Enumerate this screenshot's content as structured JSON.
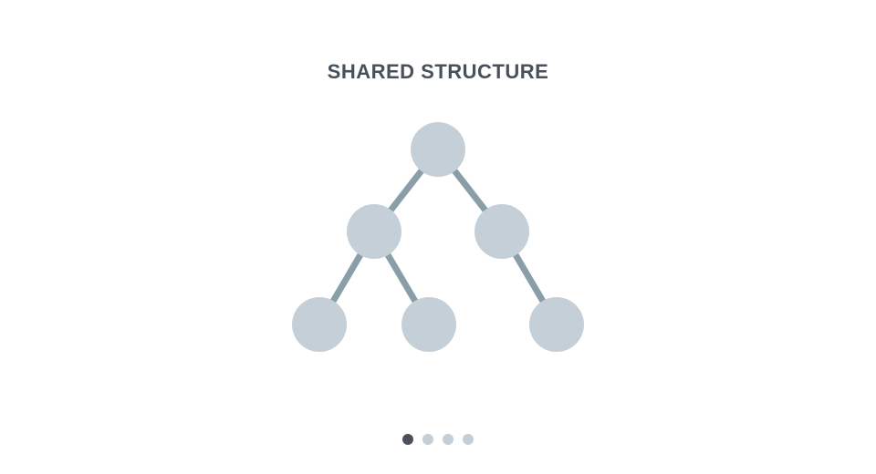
{
  "slide": {
    "title": "SHARED STRUCTURE"
  },
  "diagram": {
    "type": "tree",
    "node_color": "#c4cfd8",
    "edge_color": "#8a9ea7",
    "nodes": [
      {
        "id": "root"
      },
      {
        "id": "left"
      },
      {
        "id": "right"
      },
      {
        "id": "left-left"
      },
      {
        "id": "left-right"
      },
      {
        "id": "right-right"
      }
    ],
    "edges": [
      {
        "from": "root",
        "to": "left"
      },
      {
        "from": "root",
        "to": "right"
      },
      {
        "from": "left",
        "to": "left-left"
      },
      {
        "from": "left",
        "to": "left-right"
      },
      {
        "from": "right",
        "to": "right-right"
      }
    ]
  },
  "pagination": {
    "total": 4,
    "active_index": 0,
    "active_color": "#4a5058",
    "inactive_color": "#c3ced7"
  }
}
